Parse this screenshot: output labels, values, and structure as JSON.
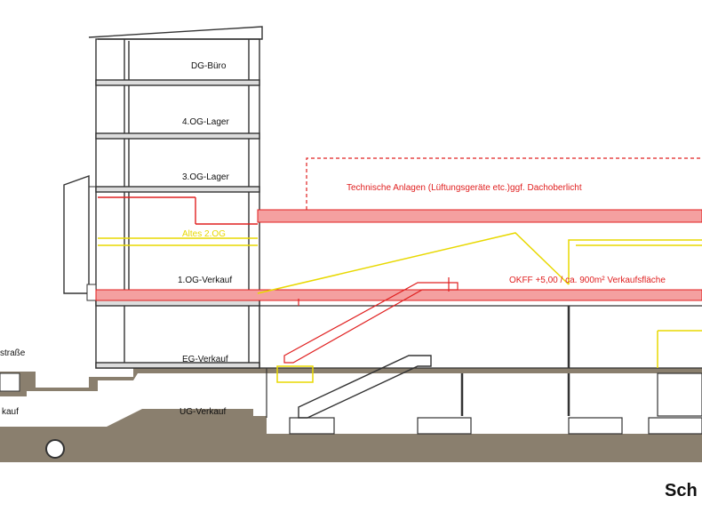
{
  "floors": {
    "dg": "DG-Büro",
    "og4": "4.OG-Lager",
    "og3": "3.OG-Lager",
    "og1": "1.OG-Verkauf",
    "eg": "EG-Verkauf",
    "ug": "UG-Verkauf"
  },
  "annotations": {
    "technik": "Technische Anlagen (Lüftungsgeräte etc.)ggf. Dachoberlicht",
    "altes_og": "Altes 2.OG",
    "okff": "OKFF +5,00 / ca. 900m² Verkaufsfläche"
  },
  "street_labels": {
    "strasse": "straße",
    "kauf": "kauf"
  },
  "section_title": "Sch",
  "colors": {
    "red": "#e02020",
    "red_fill": "#f4a0a0",
    "yellow": "#e8d800",
    "earth": "#8a7f6e",
    "line": "#333333"
  }
}
